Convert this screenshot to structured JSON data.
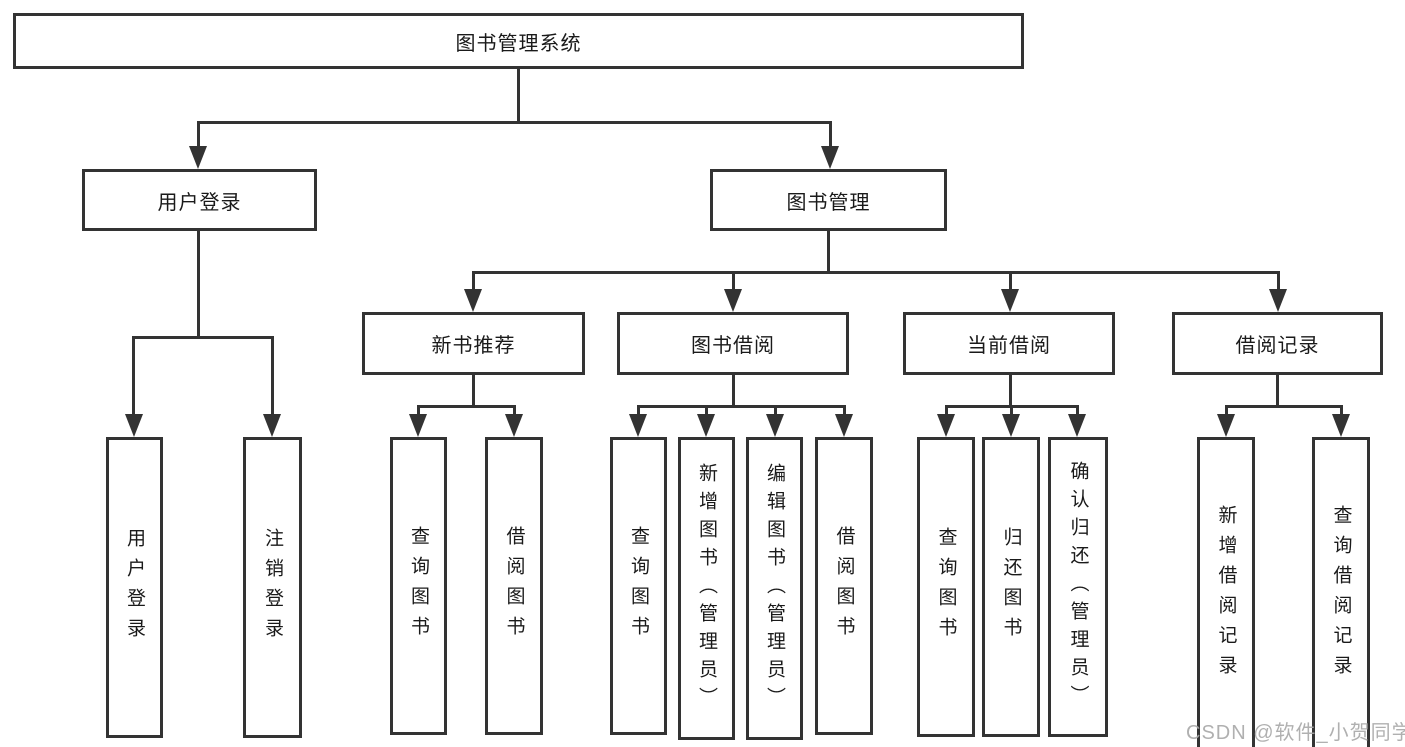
{
  "root": {
    "label": "图书管理系统"
  },
  "level2": {
    "user_login": {
      "label": "用户登录"
    },
    "book_mgmt": {
      "label": "图书管理"
    }
  },
  "level3": {
    "new_books": {
      "label": "新书推荐"
    },
    "book_borrow": {
      "label": "图书借阅"
    },
    "current_borrow": {
      "label": "当前借阅"
    },
    "borrow_records": {
      "label": "借阅记录"
    }
  },
  "level4": {
    "user_login": [
      "用户登录",
      "注销登录"
    ],
    "new_books": [
      "查询图书",
      "借阅图书"
    ],
    "book_borrow": [
      "查询图书",
      "新增图书（管理员）",
      "编辑图书（管理员）",
      "借阅图书"
    ],
    "current_borrow": [
      "查询图书",
      "归还图书",
      "确认归还（管理员）"
    ],
    "borrow_records": [
      "新增借阅记录",
      "查询借阅记录"
    ]
  },
  "watermark": "CSDN @软件_小贺同学",
  "colors": {
    "line": "#333333",
    "text": "#1a1a1a",
    "box_background": "#ffffff",
    "watermark": "#a8a8a8"
  }
}
